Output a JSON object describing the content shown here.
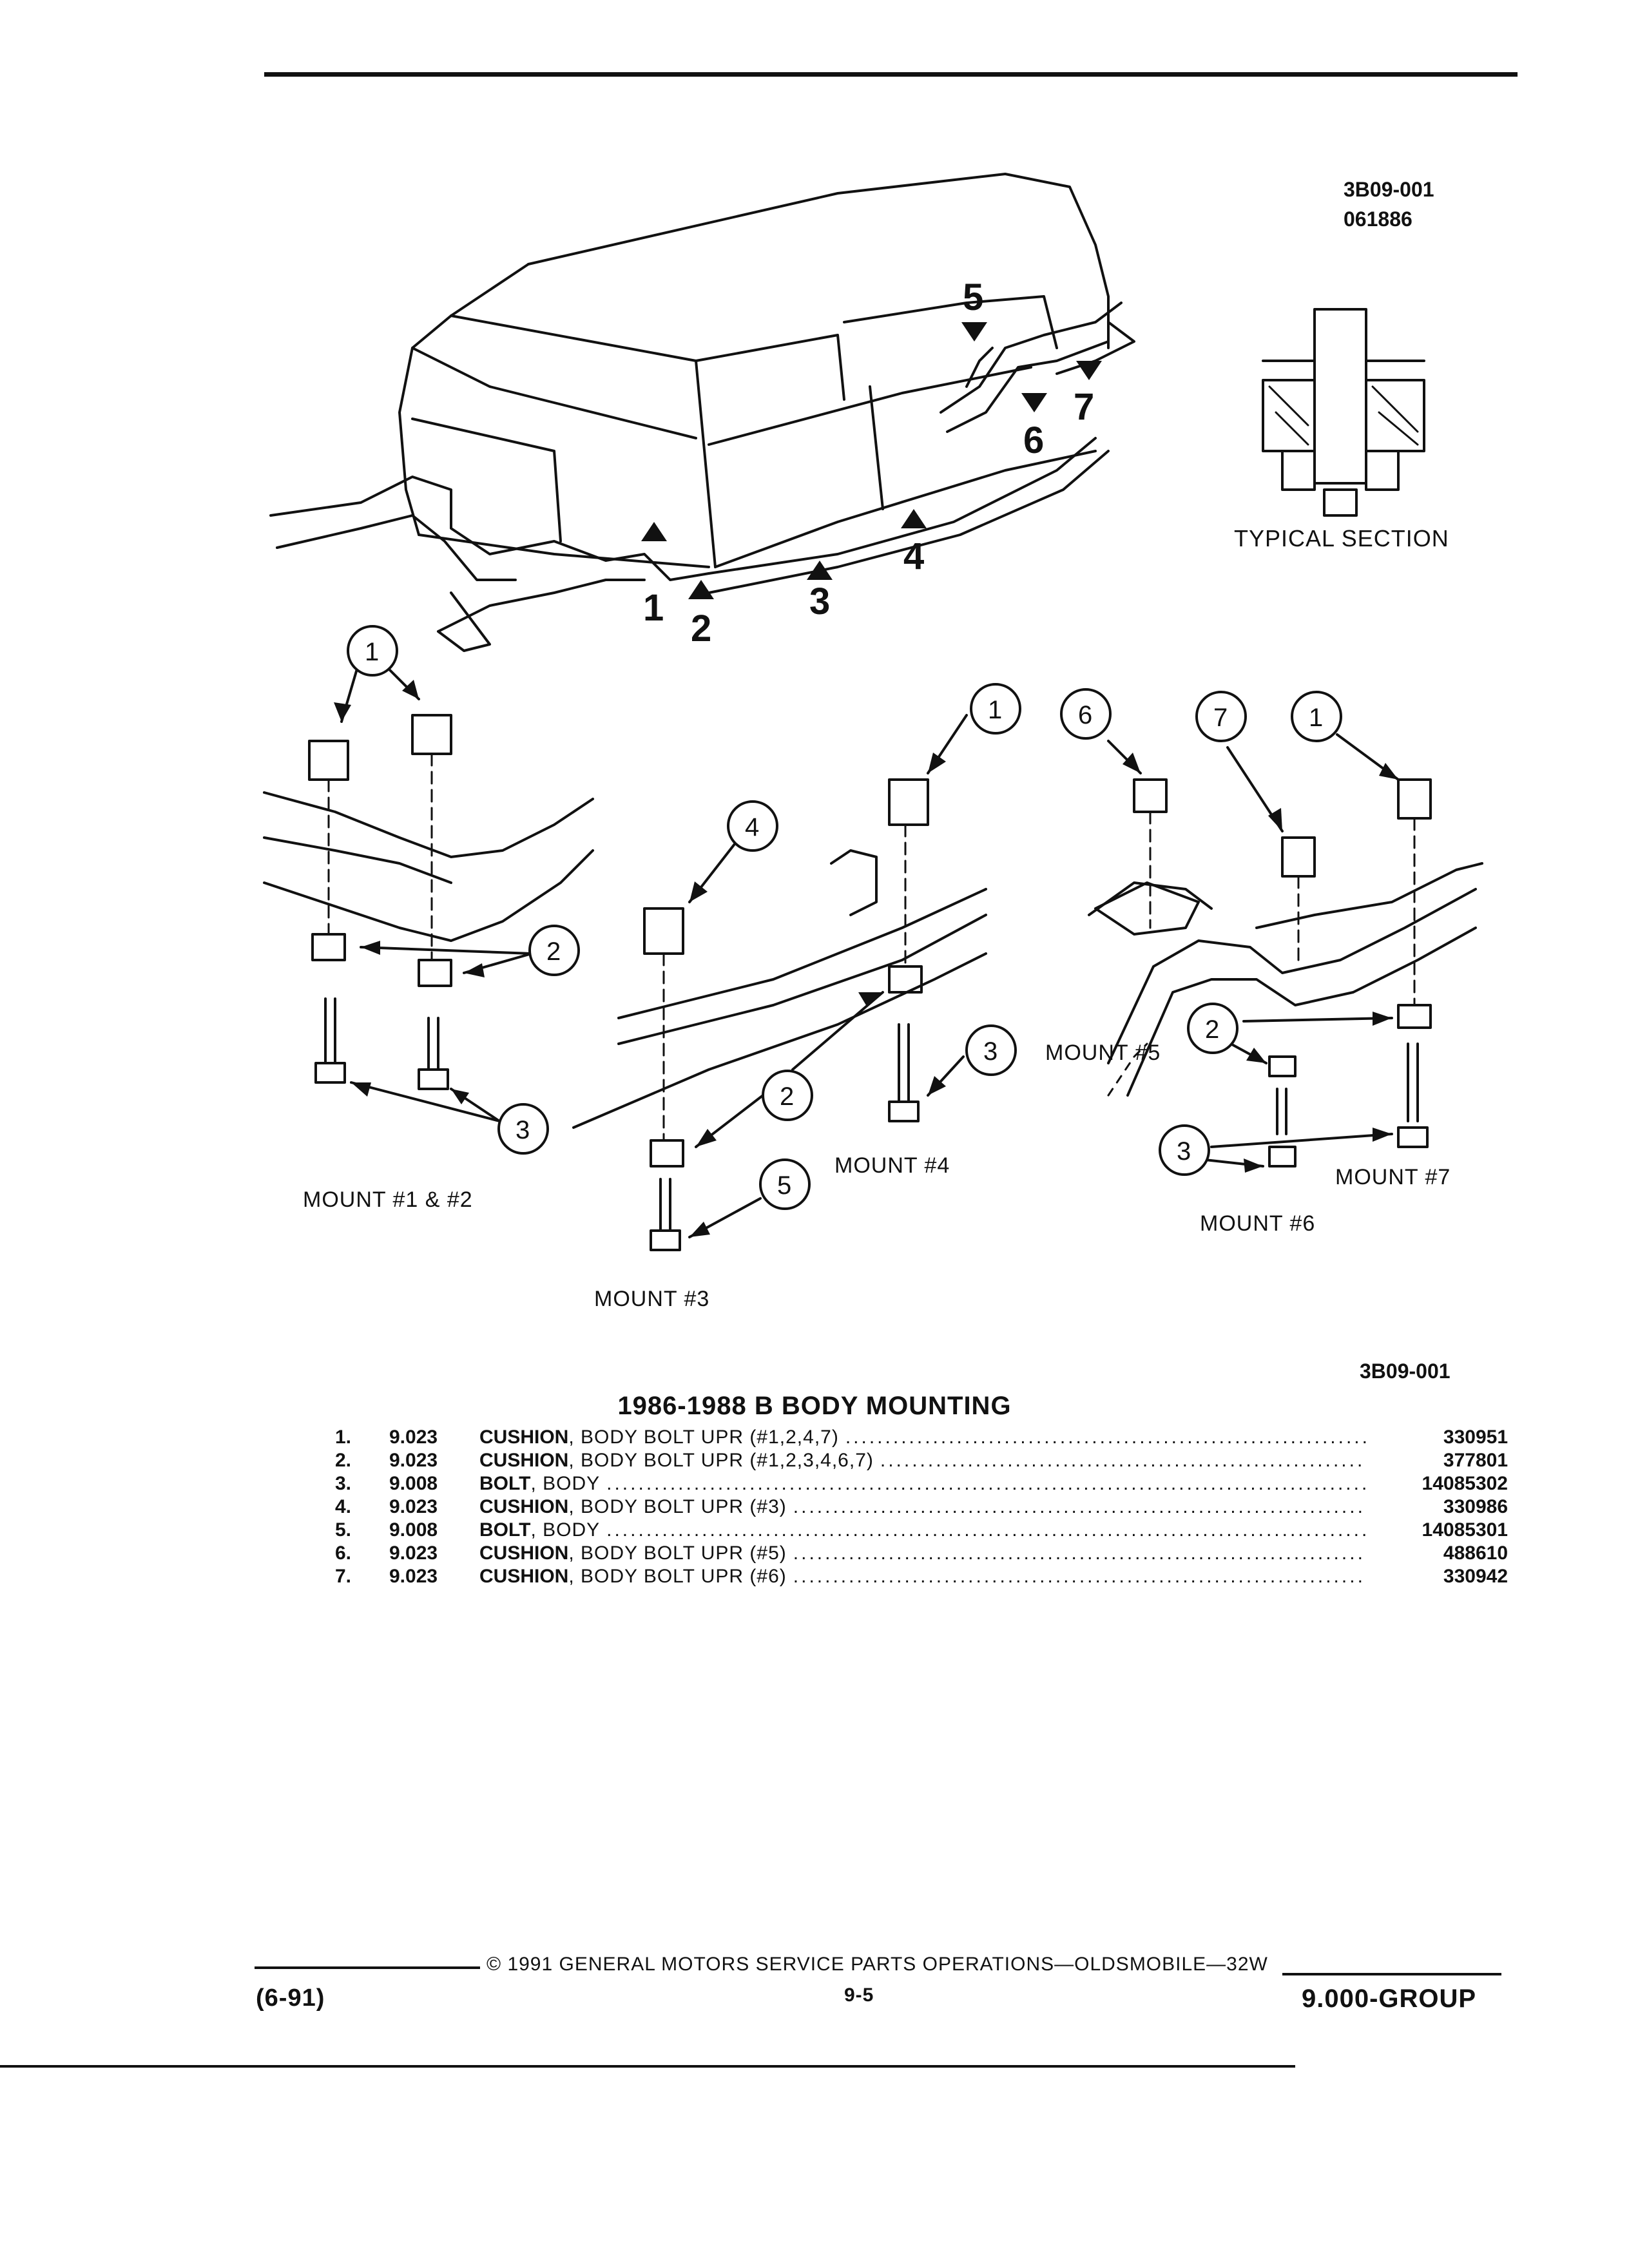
{
  "header": {
    "code": "3B09-001",
    "date_code": "061886"
  },
  "typical_section_label": "TYPICAL SECTION",
  "vehicle_callouts": [
    "1",
    "2",
    "3",
    "4",
    "5",
    "6",
    "7"
  ],
  "mount_labels": {
    "m12": "MOUNT #1 & #2",
    "m3": "MOUNT #3",
    "m4": "MOUNT #4",
    "m5": "MOUNT #5",
    "m6": "MOUNT #6",
    "m7": "MOUNT #7"
  },
  "bubbles": {
    "a1": "1",
    "a2": "2",
    "a3": "3",
    "b1": "1",
    "b4": "4",
    "b2": "2",
    "b3": "3",
    "b5": "5",
    "c6": "6",
    "c7": "7",
    "c1": "1",
    "c2": "2",
    "c3": "3"
  },
  "figure_code": "3B09-001",
  "title": "1986-1988 B BODY MOUNTING",
  "parts": [
    {
      "num": "1.",
      "group": "9.023",
      "name": "CUSHION",
      "desc": ", BODY BOLT UPR (#1,2,4,7)",
      "part": "330951"
    },
    {
      "num": "2.",
      "group": "9.023",
      "name": "CUSHION",
      "desc": ", BODY BOLT UPR (#1,2,3,4,6,7)",
      "part": "377801"
    },
    {
      "num": "3.",
      "group": "9.008",
      "name": "BOLT",
      "desc": ", BODY",
      "part": "14085302"
    },
    {
      "num": "4.",
      "group": "9.023",
      "name": "CUSHION",
      "desc": ", BODY BOLT UPR (#3)",
      "part": "330986"
    },
    {
      "num": "5.",
      "group": "9.008",
      "name": "BOLT",
      "desc": ", BODY",
      "part": "14085301"
    },
    {
      "num": "6.",
      "group": "9.023",
      "name": "CUSHION",
      "desc": ", BODY BOLT UPR (#5)",
      "part": "488610"
    },
    {
      "num": "7.",
      "group": "9.023",
      "name": "CUSHION",
      "desc": ", BODY BOLT UPR (#6)",
      "part": "330942"
    }
  ],
  "footer": {
    "copyright": "© 1991 GENERAL MOTORS SERVICE PARTS OPERATIONS—OLDSMOBILE—32W",
    "revision": "(6-91)",
    "page": "9-5",
    "group": "9.000-GROUP"
  }
}
